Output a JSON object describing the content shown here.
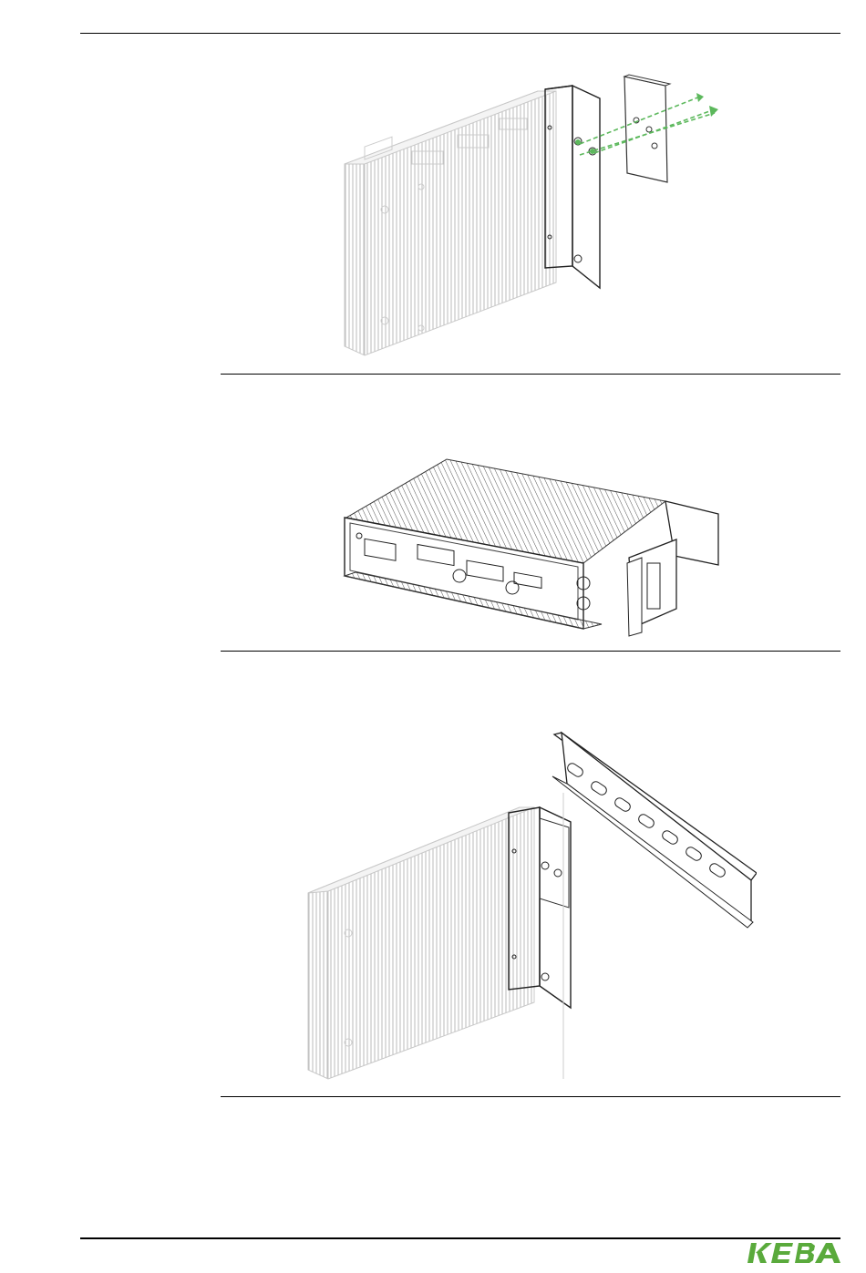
{
  "document": {
    "brand": {
      "logo_text": "KEBA",
      "color": "#5aaa3c"
    },
    "figures": [
      {
        "id": "fig-bracket-screw-assembly",
        "colors": {
          "screws": "#5cb85c",
          "lines": "#333333"
        }
      },
      {
        "id": "fig-device-with-bracket-front"
      },
      {
        "id": "fig-device-on-din-rail"
      }
    ]
  }
}
